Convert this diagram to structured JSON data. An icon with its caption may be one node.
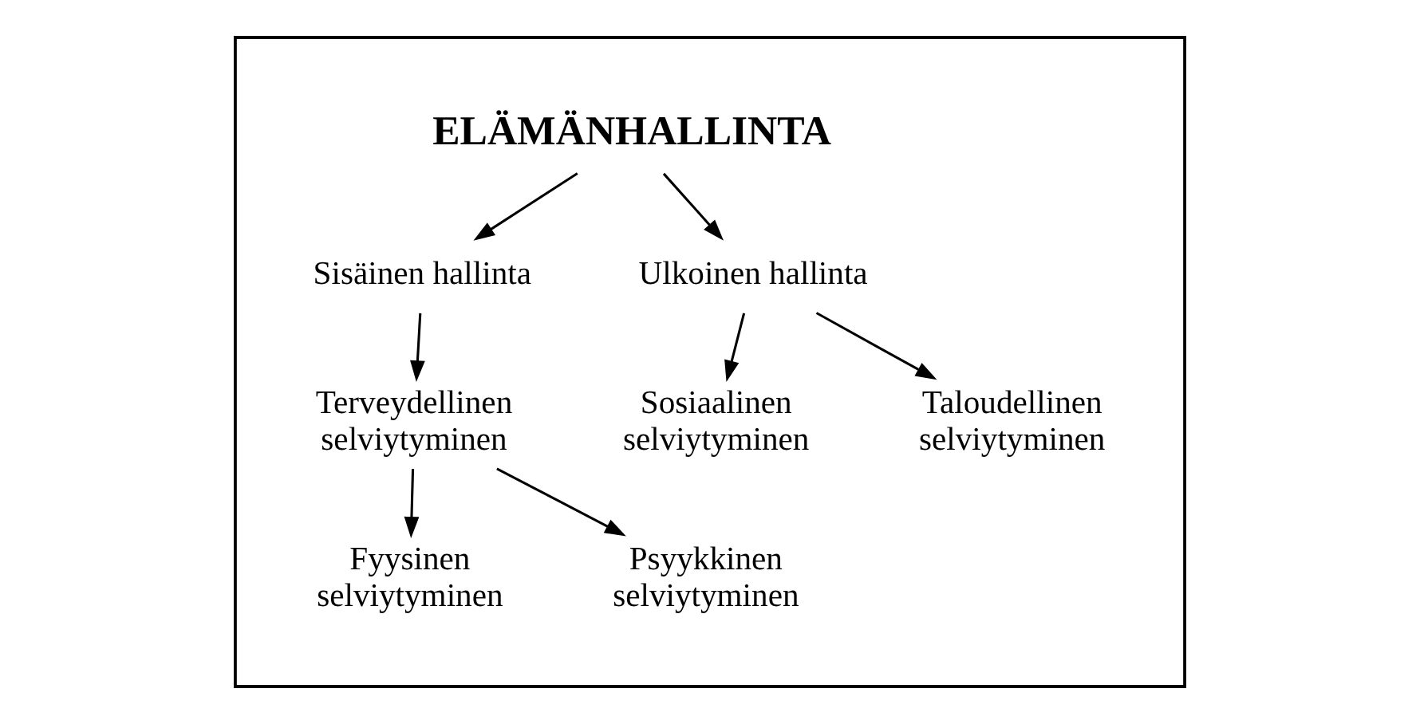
{
  "diagram": {
    "nodes": [
      {
        "text": [],
        "shape": "box"
      },
      {
        "text": [
          "ELÄMÄNHALLINTA"
        ],
        "in": 0
      },
      {
        "text": [
          "Sisäinen hallinta"
        ],
        "in": 0
      },
      {
        "text": [
          "Ulkoinen hallinta"
        ],
        "in": 0
      },
      {
        "text": [
          "Terveydellinen selviytyminen"
        ],
        "in": 0
      },
      {
        "text": [
          "Sosiaalinen selviytyminen"
        ],
        "in": 0
      },
      {
        "text": [
          "Taloudellinen selviytyminen"
        ],
        "in": 0
      },
      {
        "text": [
          "Fyysinen selviytyminen"
        ],
        "in": 0
      },
      {
        "text": [
          "Psyykkinen selviytyminen"
        ],
        "in": 0
      }
    ],
    "edges": [
      {
        "from": 1,
        "to": 2,
        "arrow": "to"
      },
      {
        "from": 1,
        "to": 3,
        "arrow": "to"
      },
      {
        "from": 2,
        "to": 4,
        "arrow": "to"
      },
      {
        "from": 3,
        "to": 5,
        "arrow": "to"
      },
      {
        "from": 3,
        "to": 6,
        "arrow": "to"
      },
      {
        "from": 4,
        "to": 7,
        "arrow": "to"
      },
      {
        "from": 4,
        "to": 8,
        "arrow": "to"
      }
    ]
  }
}
